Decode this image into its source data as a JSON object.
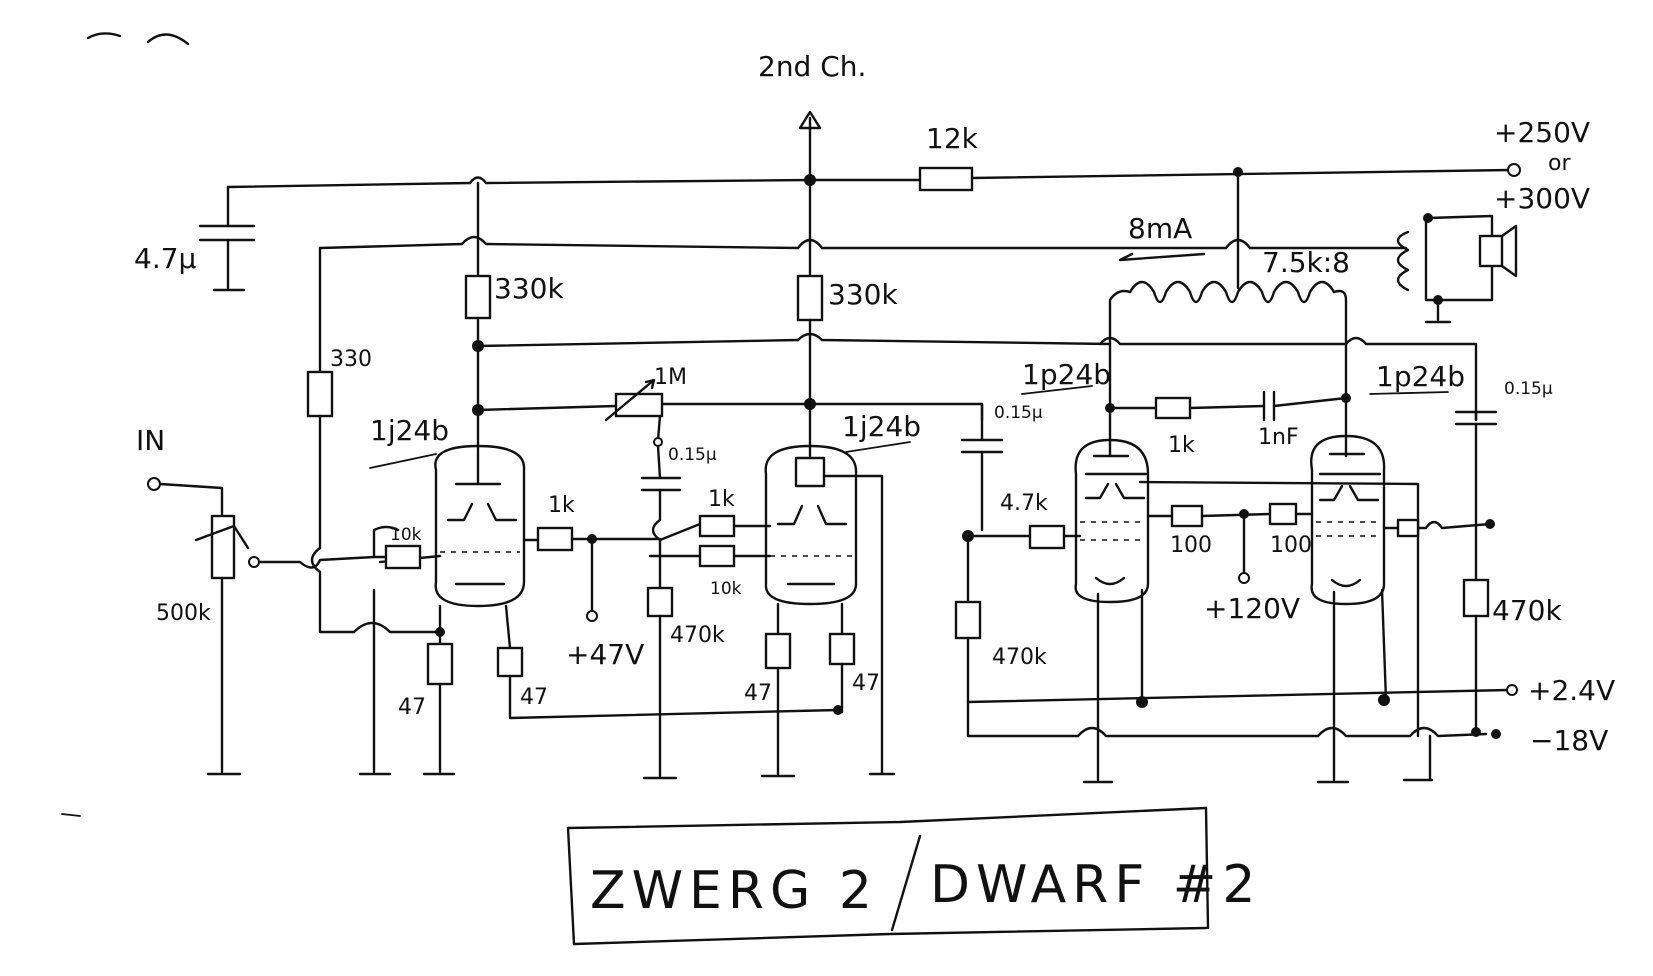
{
  "labels": {
    "second_channel": "2nd Ch.",
    "r_12k": "12k",
    "supply_v1": "+250V",
    "supply_or": "or",
    "supply_v2": "+300V",
    "c_4u7": "4.7µ",
    "r_330k_a": "330k",
    "r_330k_b": "330k",
    "current_8ma": "8mA",
    "transformer": "7.5k:8",
    "r_330": "330",
    "input": "IN",
    "pot_500k": "500k",
    "tube_1": "1j24b",
    "tube_2": "1j24b",
    "tube_3": "1p24b",
    "tube_4": "1p24b",
    "pot_1m": "1M",
    "c_015_a": "0.15µ",
    "c_015_b": "0.15µ",
    "c_015_c": "0.15µ",
    "r_1k_a": "1k",
    "r_1k_b": "1k",
    "r_1k_c": "1k",
    "c_1nf": "1nF",
    "r_10k_a": "10k",
    "r_10k_b": "10k",
    "r_4k7": "4.7k",
    "r_100_a": "100",
    "r_100_b": "100",
    "v_120": "+120V",
    "v_47": "+47V",
    "r_470k_a": "470k",
    "r_470k_b": "470k",
    "r_470k_c": "470k",
    "r_47_a": "47",
    "r_47_b": "47",
    "r_47_c": "47",
    "r_47_d": "47",
    "v_24": "+2.4V",
    "v_neg18": "−18V"
  },
  "title": {
    "left": "ZWERG 2",
    "right": "DWARF #2"
  },
  "colors": {
    "ink": "#111111",
    "paper": "#ffffff"
  }
}
